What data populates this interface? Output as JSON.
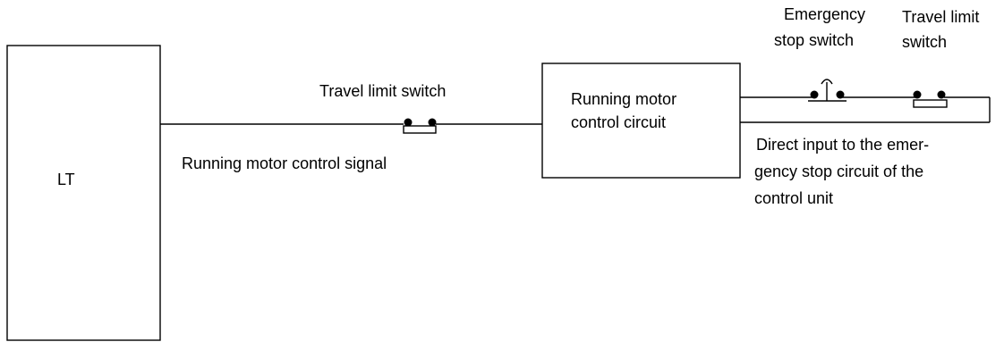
{
  "diagram": {
    "lt_block": {
      "label": "LT"
    },
    "control_block": {
      "line1": "Running motor",
      "line2": "control circuit"
    },
    "signal_label": "Running motor control signal",
    "travel_switch_main": {
      "label": "Travel limit switch"
    },
    "emergency_switch": {
      "line1": "Emergency",
      "line2": "stop switch"
    },
    "travel_switch_right": {
      "line1": "Travel limit",
      "line2": "switch"
    },
    "direct_input_note": {
      "line1": "Direct input to the emer-",
      "line2": "gency stop circuit of the",
      "line3": "control unit"
    }
  }
}
